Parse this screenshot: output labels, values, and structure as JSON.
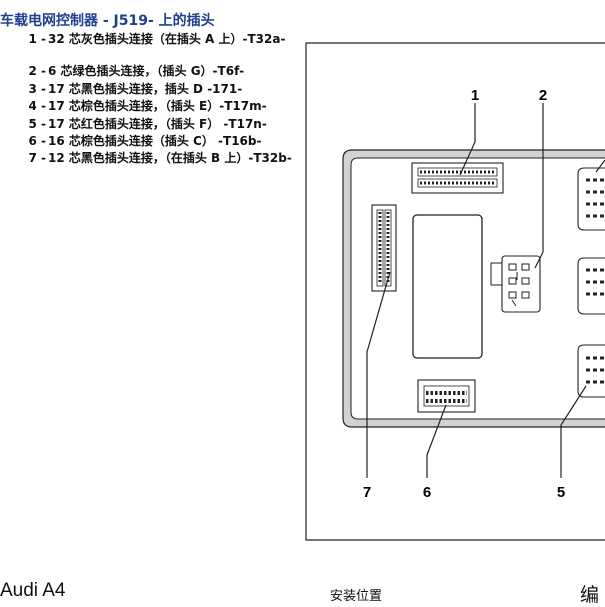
{
  "title": "车载电网控制器 - J519- 上的插头",
  "legend": [
    {
      "num": "1 -",
      "text": "32 芯灰色插头连接（在插头 A 上）-T32a-"
    },
    {
      "num": "2 -",
      "text": "6 芯绿色插头连接，（插头 G）-T6f-"
    },
    {
      "num": "3 -",
      "text": "17 芯黑色插头连接，插头 D -171-"
    },
    {
      "num": "4 -",
      "text": "17 芯棕色插头连接，（插头 E）-T17m-"
    },
    {
      "num": "5 -",
      "text": "17 芯红色插头连接，（插头 F） -T17n-"
    },
    {
      "num": "6 -",
      "text": "16 芯棕色插头连接（插头 C） -T16b-"
    },
    {
      "num": "7 -",
      "text": "12 芯黑色插头连接，（在插头 B 上）-T32b-"
    }
  ],
  "callouts": {
    "c1": "1",
    "c2": "2",
    "c5": "5",
    "c6": "6",
    "c7": "7"
  },
  "footer": {
    "left": "Audi A4",
    "middle": "安装位置",
    "right": "编"
  }
}
